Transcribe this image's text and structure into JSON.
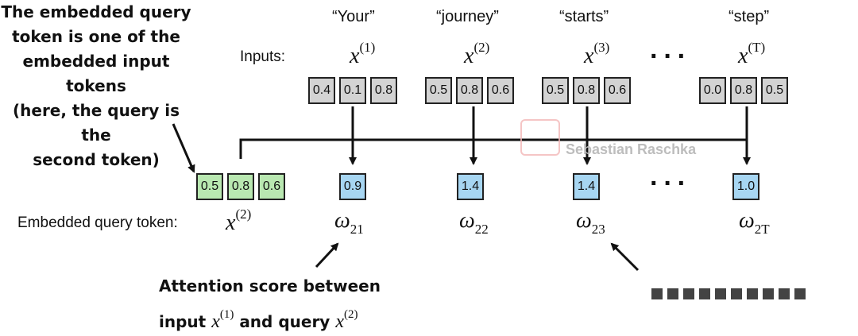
{
  "callout_query": {
    "lines": [
      "The embedded query",
      "token is one of the",
      "embedded input tokens",
      "(here, the query is the",
      "second token)"
    ]
  },
  "tokens": [
    {
      "word": "“Your”",
      "sup": "(1)",
      "values": [
        "0.4",
        "0.1",
        "0.8"
      ],
      "score": "0.9",
      "omega_sub": "21"
    },
    {
      "word": "“journey”",
      "sup": "(2)",
      "values": [
        "0.5",
        "0.8",
        "0.6"
      ],
      "score": "1.4",
      "omega_sub": "22"
    },
    {
      "word": "“starts”",
      "sup": "(3)",
      "values": [
        "0.5",
        "0.8",
        "0.6"
      ],
      "score": "1.4",
      "omega_sub": "23"
    },
    {
      "word": "“step”",
      "sup": "(T)",
      "values": [
        "0.0",
        "0.8",
        "0.5"
      ],
      "score": "1.0",
      "omega_sub": "2T"
    }
  ],
  "inputs_label": "Inputs:",
  "x_symbol": "x",
  "omega_symbol": "ω",
  "ellipsis": "···",
  "query": {
    "label": "Embedded query token:",
    "sup": "(2)",
    "values": [
      "0.5",
      "0.8",
      "0.6"
    ]
  },
  "watermark": "Sebastian Raschka",
  "callout_score": {
    "prefix": "Attention score between",
    "line2_a": "input",
    "line2_sup1": "(1)",
    "line2_b": "and query",
    "line2_sup2": "(2)"
  },
  "colors": {
    "input_cells": "#d3d3d3",
    "query_cells": "#b9e8b1",
    "score_cells": "#a7d6f2"
  }
}
